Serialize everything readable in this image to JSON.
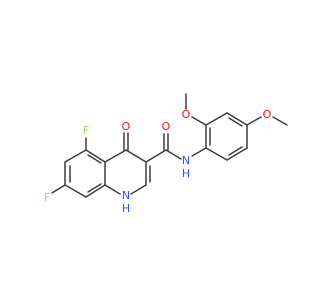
{
  "molecule": {
    "atoms": {
      "f5": {
        "label": "F",
        "color": "#90e050"
      },
      "f7": {
        "label": "F",
        "color": "#90e050"
      },
      "o4": {
        "label": "O",
        "color": "#ff0d0d"
      },
      "o_amide": {
        "label": "O",
        "color": "#ff0d0d"
      },
      "n_amide": {
        "label": "N",
        "color": "#3050f8"
      },
      "h_amide": {
        "label": "H",
        "color": "#3050f8"
      },
      "n1": {
        "label": "N",
        "color": "#3050f8"
      },
      "h1": {
        "label": "H",
        "color": "#3050f8"
      },
      "o_ome2": {
        "label": "O",
        "color": "#ff0d0d"
      },
      "o_ome4": {
        "label": "O",
        "color": "#ff0d0d"
      }
    },
    "bond_color": "#3b3b3b"
  }
}
